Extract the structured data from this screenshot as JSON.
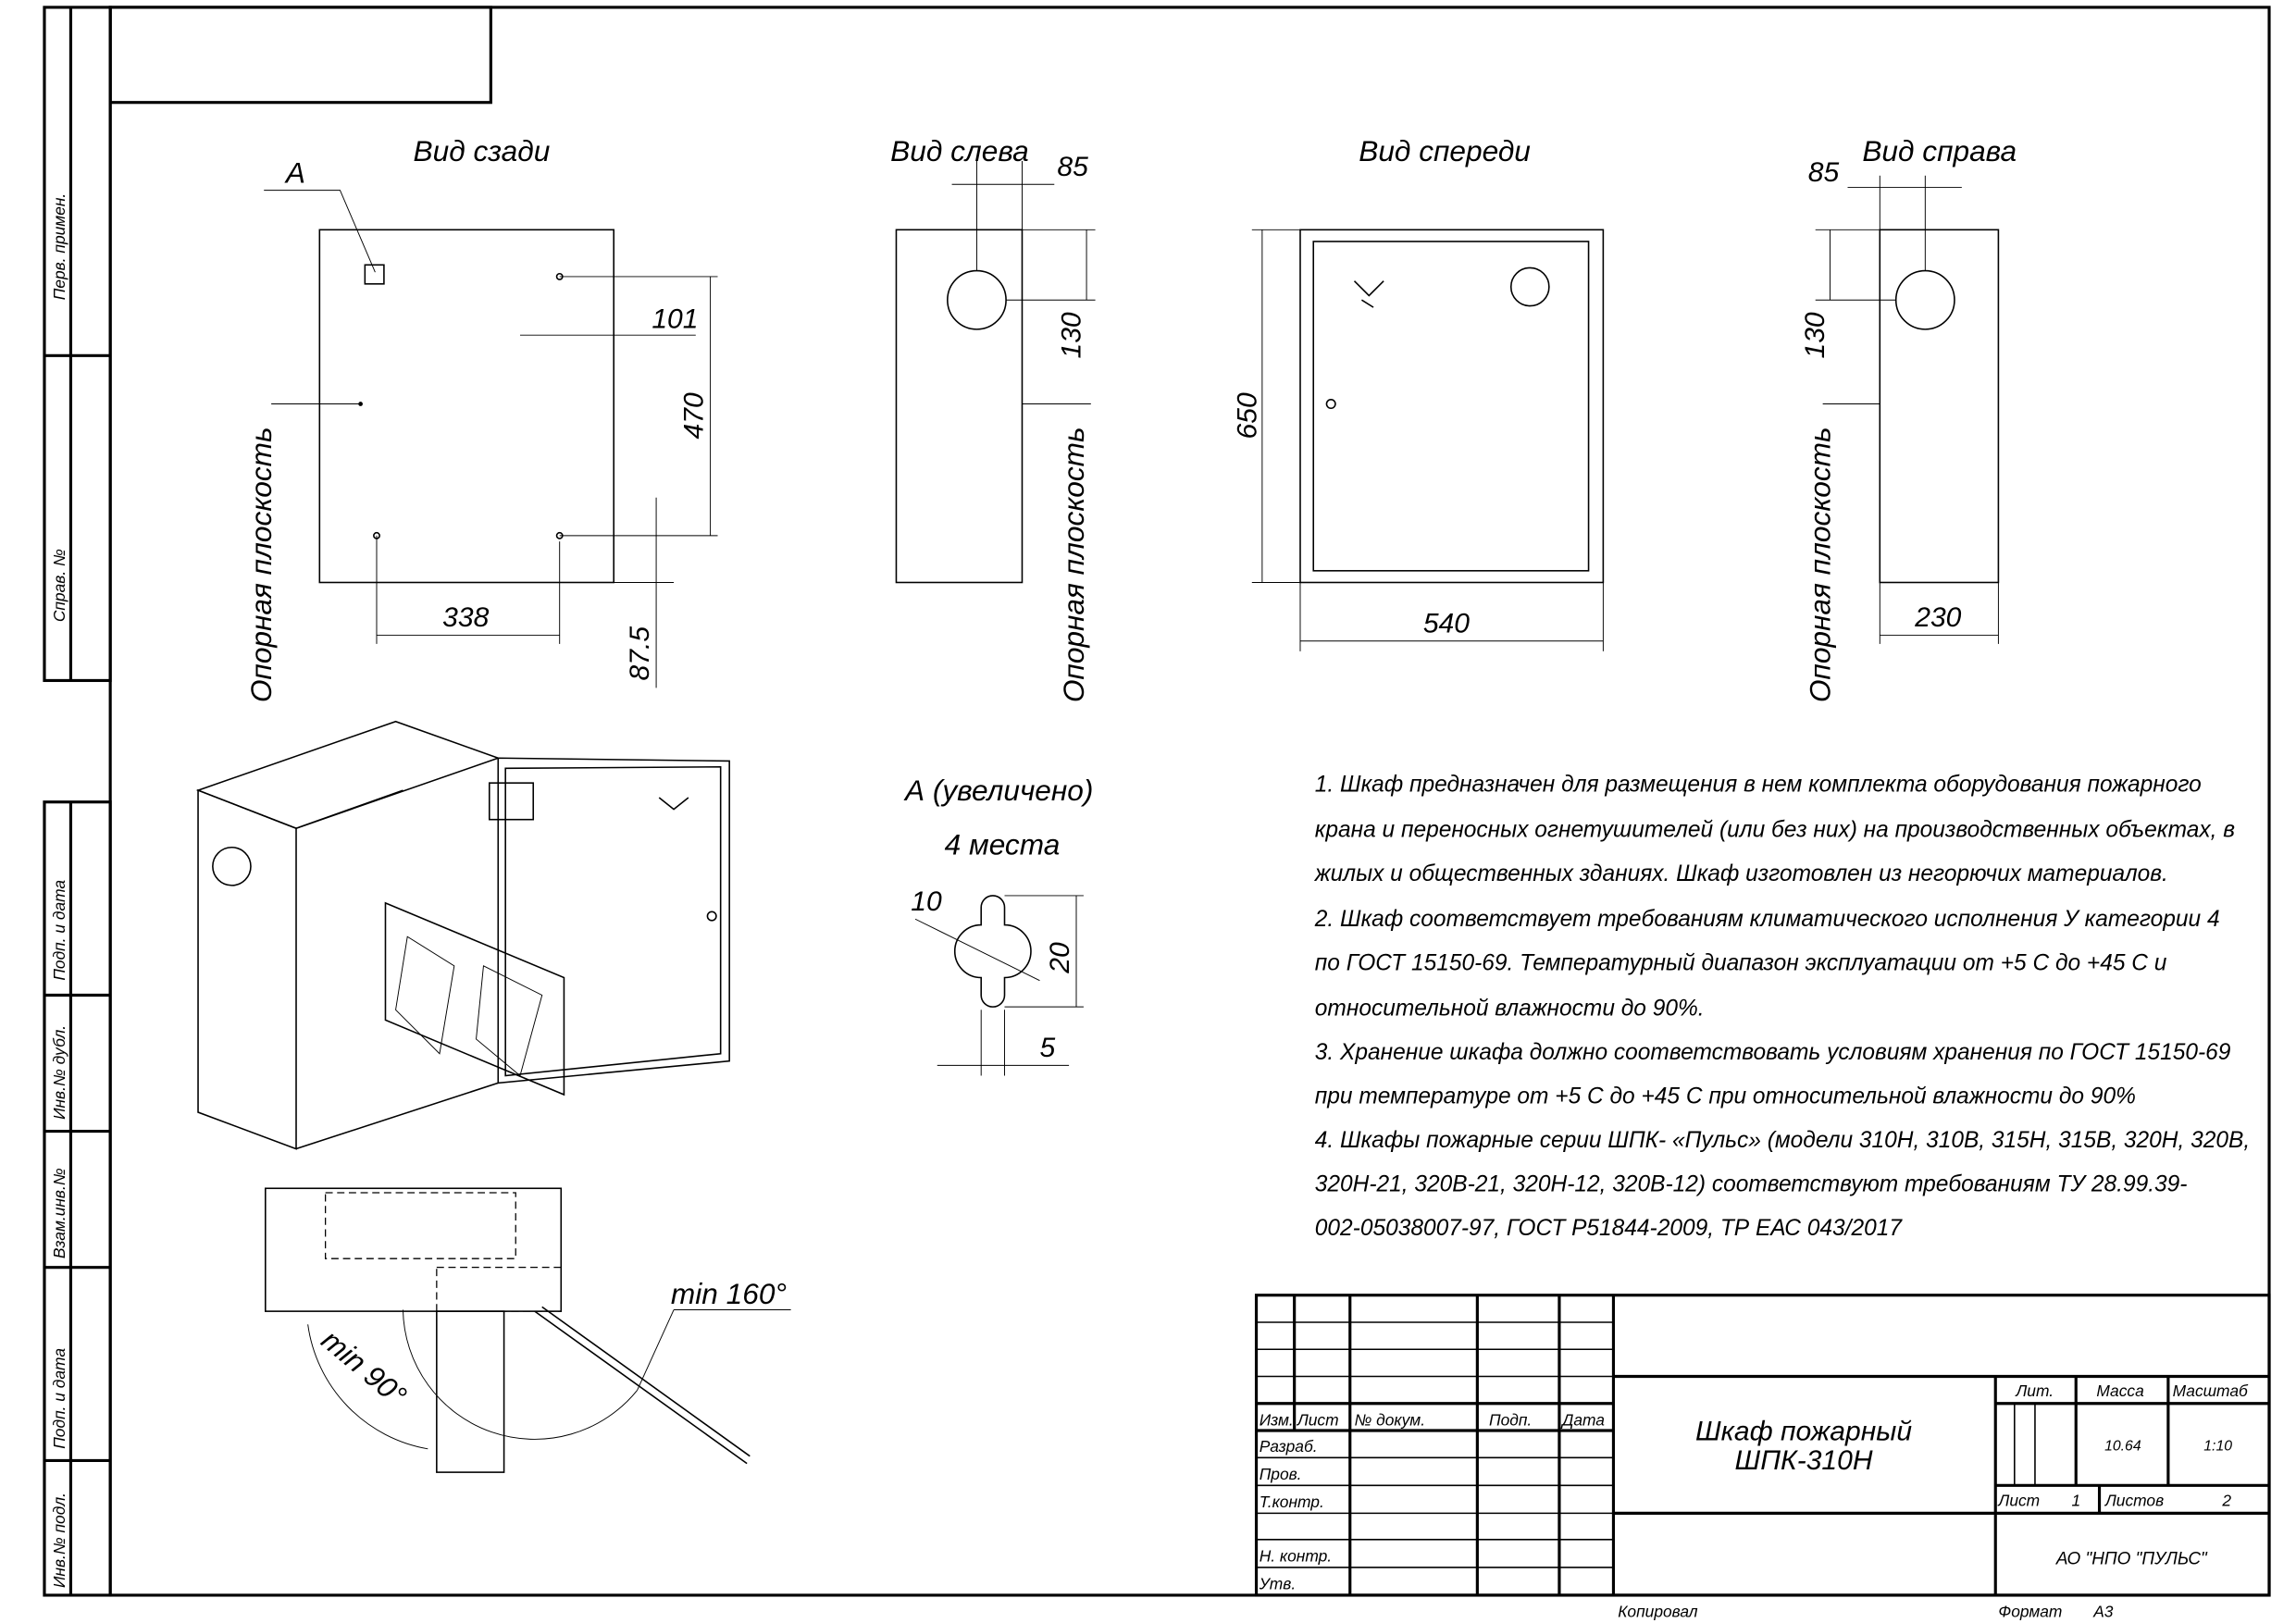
{
  "views": {
    "rear": {
      "title": "Вид сзади",
      "marker": "А",
      "dims": [
        "101",
        "470",
        "338",
        "87.5"
      ],
      "reference": "Опорная плоскость"
    },
    "left": {
      "title": "Вид слева",
      "dims": [
        "85",
        "130"
      ],
      "reference": "Опорная плоскость"
    },
    "front": {
      "title": "Вид спереди",
      "dims": [
        "650",
        "540"
      ]
    },
    "right": {
      "title": "Вид справа",
      "dims": [
        "85",
        "130",
        "230"
      ],
      "reference": "Опорная плоскость"
    },
    "detail": {
      "title": "А (увеличено)",
      "count": "4 места",
      "dims": [
        "10",
        "20",
        "5"
      ]
    },
    "top": {
      "angle_door": "min 160°",
      "angle_min": "min 90°"
    }
  },
  "notes": [
    "1. Шкаф предназначен для размещения в нем комплекта оборудования пожарного",
    "крана и переносных огнетушителей (или без них) на производственных объектах, в",
    "жилых и общественных зданиях. Шкаф изготовлен из негорючих материалов.",
    "2. Шкаф  соответствует требованиям климатического исполнения У категории 4",
    "по ГОСТ 15150-69. Температурный диапазон эксплуатации от +5 С до +45 С и",
    "относительной влажности до 90%.",
    "3. Хранение шкафа должно соответствовать условиям хранения по ГОСТ 15150-69",
    "при температуре от +5 С до +45 С при относительной влажности до 90%",
    "4. Шкафы пожарные серии ШПК- «Пульс» (модели 310Н, 310В, 315Н, 315В, 320Н, 320В,",
    "320Н-21, 320В-21, 320Н-12, 320В-12)  соответствуют требованиям ТУ 28.99.39-",
    "002-05038007-97, ГОСТ Р51844-2009, ТР ЕАС 043/2017"
  ],
  "side_stamp": [
    "Перв. примен.",
    "Справ. №",
    "Подп. и дата",
    "Инв.№ дубл.",
    "Взам.инв.№",
    "Подп. и дата",
    "Инв.№ подл."
  ],
  "title_block": {
    "headers": [
      "Изм.",
      "Лист",
      "№ докум.",
      "Подп.",
      "Дата"
    ],
    "roles": [
      "Разраб.",
      "Пров.",
      "Т.контр.",
      "Н. контр.",
      "Утв."
    ],
    "name_line1": "Шкаф пожарный",
    "name_line2": "ШПК-310Н",
    "lit_label": "Лит.",
    "mass_label": "Масса",
    "scale_label": "Масштаб",
    "mass": "10.64",
    "scale": "1:10",
    "sheet_label": "Лист",
    "sheet": "1",
    "sheets_label": "Листов",
    "sheets": "2",
    "organization": "АО \"НПО \"ПУЛЬС\"",
    "copied_label": "Копировал",
    "format_label": "Формат",
    "format": "А3"
  }
}
